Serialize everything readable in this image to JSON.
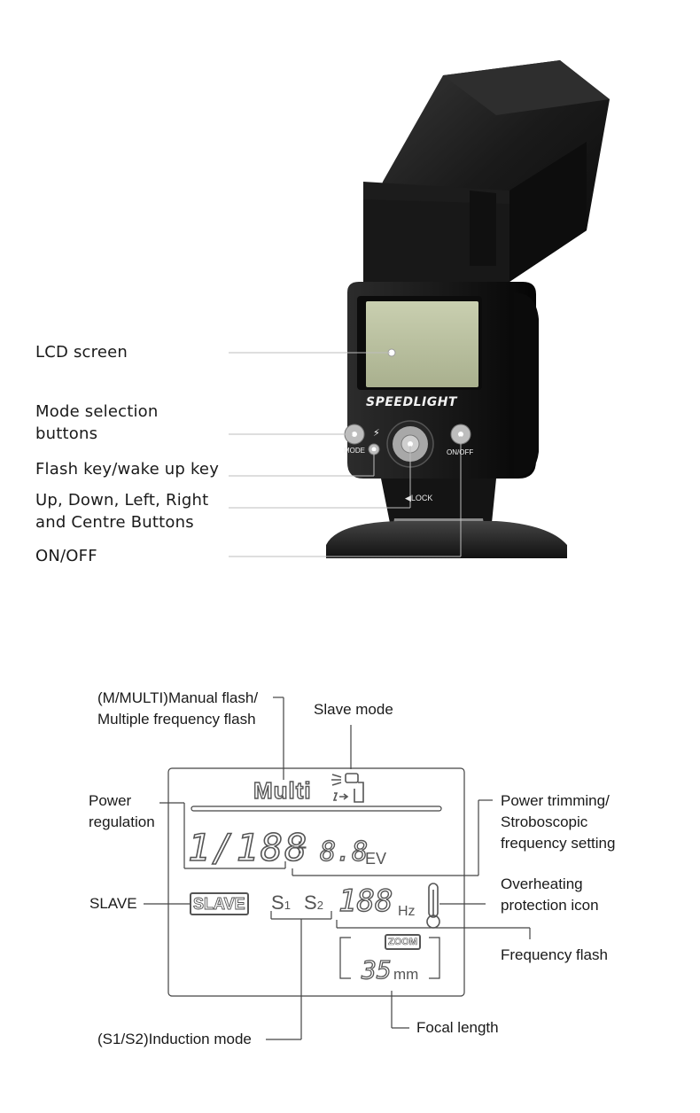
{
  "top_figure": {
    "device_brand": "SPEEDLIGHT",
    "labels": {
      "lcd_screen": "LCD screen",
      "mode_selection_1": "Mode selection",
      "mode_selection_2": "buttons",
      "flash_key": "Flash key/wake up key",
      "nav_buttons_1": "Up, Down, Left, Right",
      "nav_buttons_2": "and Centre Buttons",
      "on_off": "ON/OFF"
    },
    "button_texts": {
      "mode": "MODE",
      "on_off": "ON/OFF",
      "lock": "LOCK"
    }
  },
  "lcd_diagram": {
    "labels": {
      "manual_flash_1": "(M/MULTI)Manual flash/",
      "manual_flash_2": "Multiple frequency flash",
      "slave_mode": "Slave mode",
      "power_regulation_1": "Power",
      "power_regulation_2": "regulation",
      "power_trimming_1": "Power trimming/",
      "power_trimming_2": "Stroboscopic",
      "power_trimming_3": "frequency setting",
      "slave": "SLAVE",
      "overheating_1": "Overheating",
      "overheating_2": "protection icon",
      "frequency_flash": "Frequency flash",
      "focal_length": "Focal length",
      "induction_mode": "(S1/S2)Induction mode"
    },
    "display": {
      "multi": "Multi",
      "power_value": "1/188",
      "trim_sign": "÷",
      "trim_value": "8.8",
      "ev": "EV",
      "slave_badge": "SLAVE",
      "s1": "S",
      "s1_sub": "1",
      "s2": "S",
      "s2_sub": "2",
      "hz_value": "188",
      "hz": "Hz",
      "zoom_badge": "ZOOM",
      "focal_value": "35",
      "mm": "mm"
    }
  }
}
